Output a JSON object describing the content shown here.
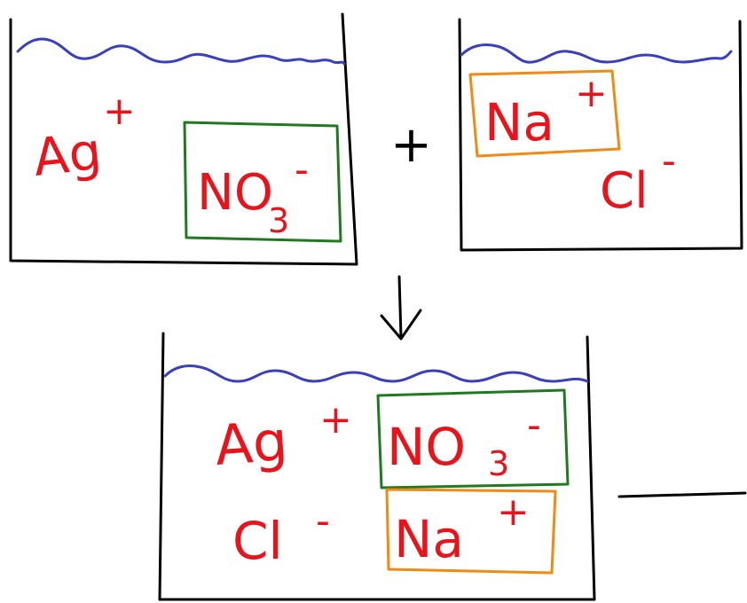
{
  "colors": {
    "ink": "#000000",
    "water": "#3a3fbf",
    "ion": "#e8131b",
    "nitrate_box": "#1f7a1f",
    "sodium_box": "#f08a12"
  },
  "beaker_1": {
    "cation": {
      "symbol": "Ag",
      "charge": "+"
    },
    "anion": {
      "symbol": "NO",
      "subscript": "3",
      "charge": "-"
    }
  },
  "plus_sign": "+",
  "beaker_2": {
    "cation": {
      "symbol": "Na",
      "charge": "+"
    },
    "anion": {
      "symbol": "Cl",
      "charge": "-"
    }
  },
  "reaction_arrow": "down-arrow",
  "beaker_3": {
    "silver": {
      "symbol": "Ag",
      "charge": "+"
    },
    "nitrate": {
      "symbol": "NO",
      "subscript": "3",
      "charge": "-"
    },
    "chloride": {
      "symbol": "Cl",
      "charge": "-"
    },
    "sodium": {
      "symbol": "Na",
      "charge": "+"
    }
  }
}
